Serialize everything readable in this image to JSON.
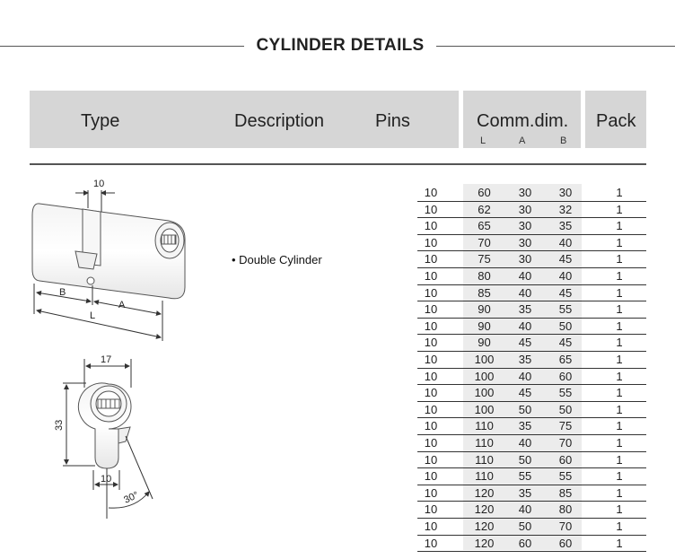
{
  "title": "CYLINDER DETAILS",
  "headers": {
    "type": "Type",
    "description": "Description",
    "pins": "Pins",
    "comm_dim": "Comm.dim.",
    "sub_l": "L",
    "sub_a": "A",
    "sub_b": "B",
    "pack": "Pack"
  },
  "description": "• Double Cylinder",
  "drawing_labels": {
    "top_dim": "10",
    "b": "B",
    "a": "A",
    "l": "L",
    "width_dim": "17",
    "height_dim": "33",
    "bottom_dim": "10",
    "angle": "30°"
  },
  "rows": [
    {
      "pins": "10",
      "l": "60",
      "a": "30",
      "b": "30",
      "pack": "1"
    },
    {
      "pins": "10",
      "l": "62",
      "a": "30",
      "b": "32",
      "pack": "1"
    },
    {
      "pins": "10",
      "l": "65",
      "a": "30",
      "b": "35",
      "pack": "1"
    },
    {
      "pins": "10",
      "l": "70",
      "a": "30",
      "b": "40",
      "pack": "1"
    },
    {
      "pins": "10",
      "l": "75",
      "a": "30",
      "b": "45",
      "pack": "1"
    },
    {
      "pins": "10",
      "l": "80",
      "a": "40",
      "b": "40",
      "pack": "1"
    },
    {
      "pins": "10",
      "l": "85",
      "a": "40",
      "b": "45",
      "pack": "1"
    },
    {
      "pins": "10",
      "l": "90",
      "a": "35",
      "b": "55",
      "pack": "1"
    },
    {
      "pins": "10",
      "l": "90",
      "a": "40",
      "b": "50",
      "pack": "1"
    },
    {
      "pins": "10",
      "l": "90",
      "a": "45",
      "b": "45",
      "pack": "1"
    },
    {
      "pins": "10",
      "l": "100",
      "a": "35",
      "b": "65",
      "pack": "1"
    },
    {
      "pins": "10",
      "l": "100",
      "a": "40",
      "b": "60",
      "pack": "1"
    },
    {
      "pins": "10",
      "l": "100",
      "a": "45",
      "b": "55",
      "pack": "1"
    },
    {
      "pins": "10",
      "l": "100",
      "a": "50",
      "b": "50",
      "pack": "1"
    },
    {
      "pins": "10",
      "l": "110",
      "a": "35",
      "b": "75",
      "pack": "1"
    },
    {
      "pins": "10",
      "l": "110",
      "a": "40",
      "b": "70",
      "pack": "1"
    },
    {
      "pins": "10",
      "l": "110",
      "a": "50",
      "b": "60",
      "pack": "1"
    },
    {
      "pins": "10",
      "l": "110",
      "a": "55",
      "b": "55",
      "pack": "1"
    },
    {
      "pins": "10",
      "l": "120",
      "a": "35",
      "b": "85",
      "pack": "1"
    },
    {
      "pins": "10",
      "l": "120",
      "a": "40",
      "b": "80",
      "pack": "1"
    },
    {
      "pins": "10",
      "l": "120",
      "a": "50",
      "b": "70",
      "pack": "1"
    },
    {
      "pins": "10",
      "l": "120",
      "a": "60",
      "b": "60",
      "pack": "1"
    }
  ]
}
